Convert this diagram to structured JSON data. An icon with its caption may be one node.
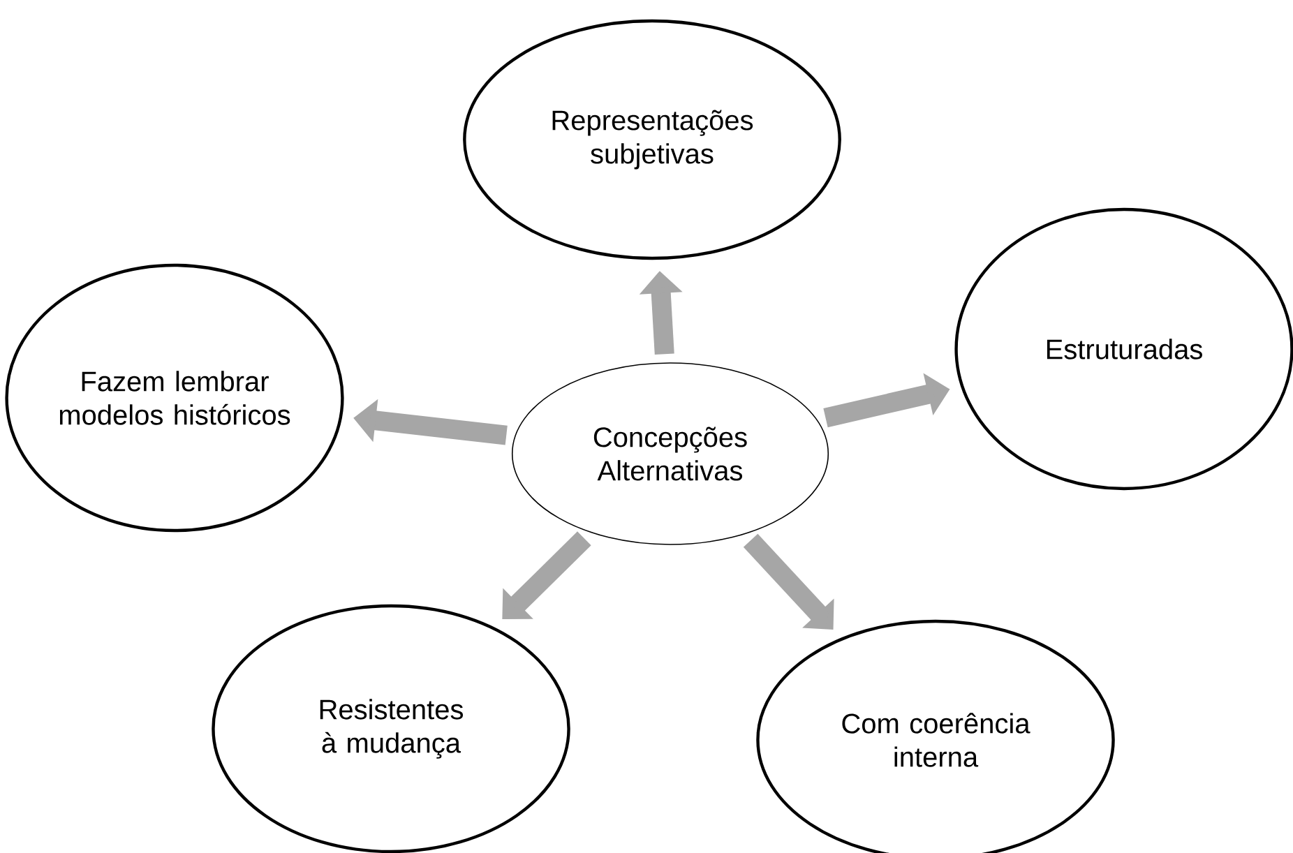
{
  "diagram": {
    "nodes": [
      {
        "text": [
          "Representações subjetivas"
        ]
      },
      {
        "text": [
          "Fazem lembrar modelos históricos"
        ]
      },
      {
        "text": [
          "Estruturadas"
        ]
      },
      {
        "text": [
          "Concepções Alternativas"
        ]
      },
      {
        "text": [
          "Resistentes à mudança"
        ]
      },
      {
        "text": [
          "Com coerência interna"
        ]
      }
    ],
    "edges": [
      {
        "from": 3,
        "to": 0,
        "arrow": "to"
      },
      {
        "from": 3,
        "to": 1,
        "arrow": "to"
      },
      {
        "from": 3,
        "to": 2,
        "arrow": "to"
      },
      {
        "from": 3,
        "to": 4,
        "arrow": "to"
      },
      {
        "from": 3,
        "to": 5,
        "arrow": "to"
      }
    ]
  }
}
